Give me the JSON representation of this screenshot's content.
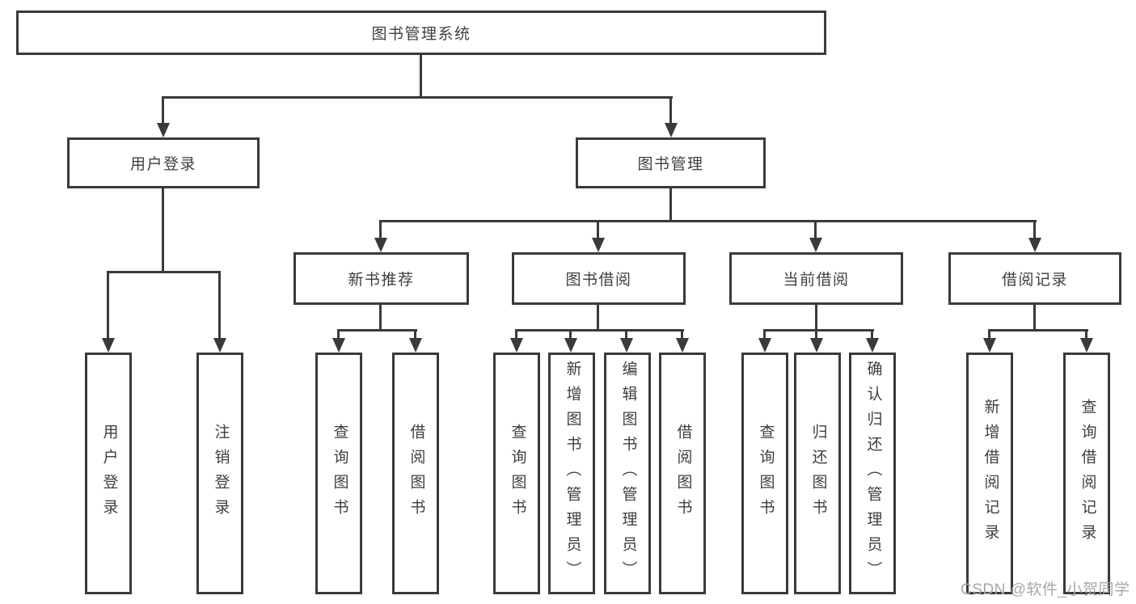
{
  "diagram": {
    "nodes": {
      "root": "图书管理系统",
      "user_login": "用户登录",
      "book_management": "图书管理",
      "new_book_recommend": "新书推荐",
      "book_borrowing": "图书借阅",
      "current_borrowing": "当前借阅",
      "borrowing_records": "借阅记录",
      "leaves": {
        "user_login": "用户登录",
        "logout": "注销登录",
        "nbr_query_books": "查询图书",
        "nbr_borrow_books": "借阅图书",
        "bb_query_books": "查询图书",
        "bb_add_books": "新增图书（管理员）",
        "bb_edit_books": "编辑图书（管理员）",
        "bb_borrow_books": "借阅图书",
        "cb_query_books": "查询图书",
        "cb_return_books": "归还图书",
        "cb_confirm_return": "确认归还（管理员）",
        "br_add_record": "新增借阅记录",
        "br_query_record": "查询借阅记录"
      }
    },
    "watermark": "CSDN @软件_小贺同学",
    "colors": {
      "line": "#3a3a3a",
      "text": "#3f3f3f",
      "watermark": "#a8a8a8",
      "background": "#ffffff"
    }
  }
}
